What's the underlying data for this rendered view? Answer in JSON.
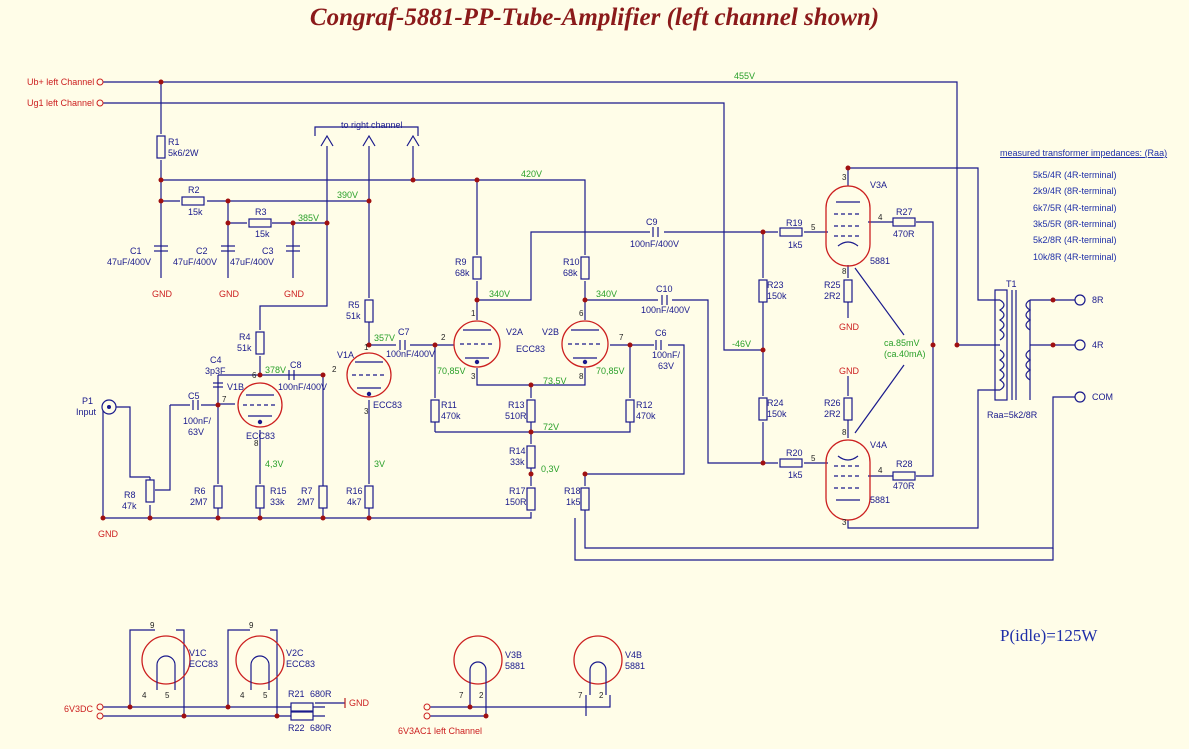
{
  "title": "Congraf-5881-PP-Tube-Amplifier (left channel shown)",
  "pidle": "P(idle)=125W",
  "impedances": {
    "heading": "measured transformer impedances: (Raa)",
    "items": [
      "5k5/4R (4R-terminal)",
      "2k9/4R (8R-terminal)",
      "6k7/5R (4R-terminal)",
      "3k5/5R (8R-terminal)",
      "5k2/8R (4R-terminal)",
      "10k/8R (4R-terminal)"
    ]
  },
  "ports": {
    "ub": "Ub+ left Channel",
    "ug1": "Ug1 left Channel",
    "p1": "P1",
    "input": "Input",
    "gnd": "GND",
    "out8": "8R",
    "out4": "4R",
    "com": "COM",
    "heater_6v3dc": "6V3DC",
    "heater_ac": "6V3AC1 left Channel",
    "to_right": "to right channel"
  },
  "voltages": {
    "v455": "455V",
    "v420": "420V",
    "v390": "390V",
    "v385": "385V",
    "v340a": "340V",
    "v340b": "340V",
    "v357": "357V",
    "v378": "378V",
    "v7085a": "70,85V",
    "v7085b": "70,85V",
    "v735": "73,5V",
    "v72": "72V",
    "v03": "0,3V",
    "v43": "4,3V",
    "v3": "3V",
    "vneg46": "-46V",
    "vca85": "ca.85mV",
    "vca40": "(ca.40mA)"
  },
  "resistors": {
    "r1": [
      "R1",
      "5k6/2W"
    ],
    "r2": [
      "R2",
      "15k"
    ],
    "r3": [
      "R3",
      "15k"
    ],
    "r4": [
      "R4",
      "51k"
    ],
    "r5": [
      "R5",
      "51k"
    ],
    "r6": [
      "R6",
      "2M7"
    ],
    "r7": [
      "R7",
      "2M7"
    ],
    "r8": [
      "R8",
      "47k"
    ],
    "r9": [
      "R9",
      "68k"
    ],
    "r10": [
      "R10",
      "68k"
    ],
    "r11": [
      "R11",
      "470k"
    ],
    "r12": [
      "R12",
      "470k"
    ],
    "r13": [
      "R13",
      "510R"
    ],
    "r14": [
      "R14",
      "33k"
    ],
    "r15": [
      "R15",
      "33k"
    ],
    "r16": [
      "R16",
      "4k7"
    ],
    "r17": [
      "R17",
      "150R"
    ],
    "r18": [
      "R18",
      "1k5"
    ],
    "r19": [
      "R19",
      "1k5"
    ],
    "r20": [
      "R20",
      "1k5"
    ],
    "r21": [
      "R21",
      "680R"
    ],
    "r22": [
      "R22",
      "680R"
    ],
    "r23": [
      "R23",
      "150k"
    ],
    "r24": [
      "R24",
      "150k"
    ],
    "r25": [
      "R25",
      "2R2"
    ],
    "r26": [
      "R26",
      "2R2"
    ],
    "r27": [
      "R27",
      "470R"
    ],
    "r28": [
      "R28",
      "470R"
    ]
  },
  "capacitors": {
    "c1": [
      "C1",
      "47uF/400V"
    ],
    "c2": [
      "C2",
      "47uF/400V"
    ],
    "c3": [
      "C3",
      "47uF/400V"
    ],
    "c4": [
      "C4",
      "3p3F"
    ],
    "c5": [
      "C5",
      "100nF/",
      "63V"
    ],
    "c6": [
      "C6",
      "100nF/",
      "63V"
    ],
    "c7": [
      "C7",
      "100nF/400V"
    ],
    "c8": [
      "C8",
      "100nF/400V"
    ],
    "c9": [
      "C9",
      "100nF/400V"
    ],
    "c10": [
      "C10",
      "100nF/400V"
    ]
  },
  "tubes": {
    "v1a": [
      "V1A",
      "ECC83"
    ],
    "v1b": [
      "V1B",
      "ECC83"
    ],
    "v2a": "V2A",
    "v2b": "V2B",
    "v2": "ECC83",
    "v3a": [
      "V3A",
      "5881"
    ],
    "v4a": [
      "V4A",
      "5881"
    ],
    "v1c": [
      "V1C",
      "ECC83"
    ],
    "v2c": [
      "V2C",
      "ECC83"
    ],
    "v3b": [
      "V3B",
      "5881"
    ],
    "v4b": [
      "V4B",
      "5881"
    ]
  },
  "transformer": {
    "ref": "T1",
    "raa": "Raa=5k2/8R"
  },
  "pins": {
    "p1": "1",
    "p2": "2",
    "p3": "3",
    "p4": "4",
    "p5": "5",
    "p6": "6",
    "p7": "7",
    "p8": "8",
    "p9": "9"
  },
  "colors": {
    "title": "#8b1a1a",
    "wire": "#1a1a8c",
    "tube": "#cc2020",
    "voltage": "#2aa02a",
    "node": "#a01010",
    "background": "#fffde8"
  }
}
